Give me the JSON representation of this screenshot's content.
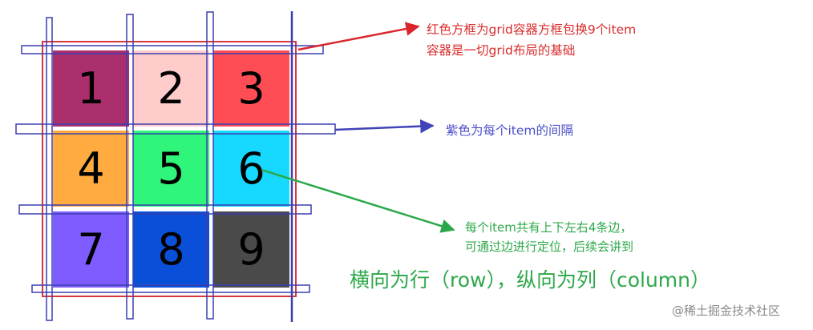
{
  "grid": {
    "items": [
      {
        "label": "1",
        "color": "#ac2f6d"
      },
      {
        "label": "2",
        "color": "#ffcccc"
      },
      {
        "label": "3",
        "color": "#ff4d55"
      },
      {
        "label": "4",
        "color": "#ffab3f"
      },
      {
        "label": "5",
        "color": "#2ff57a"
      },
      {
        "label": "6",
        "color": "#17d9ff"
      },
      {
        "label": "7",
        "color": "#7f5cff"
      },
      {
        "label": "8",
        "color": "#0a4fd8"
      },
      {
        "label": "9",
        "color": "#4a4a4a"
      }
    ],
    "container_border_color": "#d9363e",
    "gridline_color": "#3a3eb0"
  },
  "annotations": {
    "container_line1": "红色方框为grid容器方框包换9个item",
    "container_line2": "容器是一切grid布局的基础",
    "gap": "紫色为每个item的间隔",
    "edges_line1": "每个item共有上下左右4条边，",
    "edges_line2": "可通过边进行定位，后续会讲到",
    "direction": "横向为行（row），纵向为列（column）"
  },
  "arrows": {
    "red": "#d9262c",
    "blue": "#3f44b8",
    "green": "#2aa84a"
  },
  "watermark": "@稀土掘金技术社区"
}
